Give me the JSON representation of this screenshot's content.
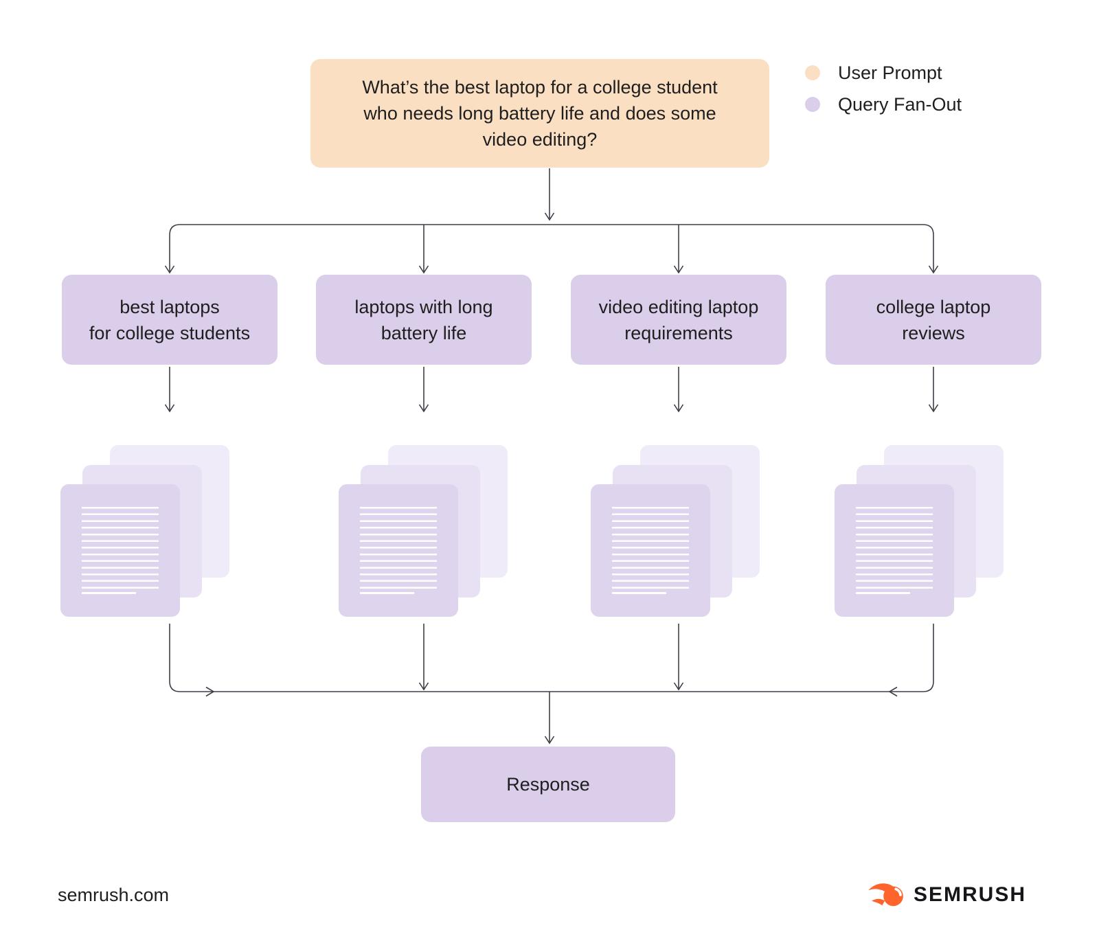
{
  "prompt": {
    "text": "What’s the best laptop for a college student\nwho needs long battery life and does some\nvideo editing?"
  },
  "legend": {
    "items": [
      {
        "label": "User Prompt",
        "color": "#FBDFC2"
      },
      {
        "label": "Query Fan-Out",
        "color": "#DBCEEA"
      }
    ]
  },
  "queries": [
    {
      "label": "best laptops\nfor college students"
    },
    {
      "label": "laptops with long\nbattery life"
    },
    {
      "label": "video editing laptop\nrequirements"
    },
    {
      "label": "college laptop\nreviews"
    }
  ],
  "response": {
    "label": "Response"
  },
  "footer": {
    "site": "semrush.com",
    "brand": "SEMRUSH"
  },
  "colors": {
    "user_prompt_fill": "#FBDFC2",
    "query_fanout_fill": "#DBCEEA",
    "doc_page_front": "#DED4EE",
    "doc_page_middle": "#E8E1F4",
    "doc_page_back": "#F0EBF8",
    "connector_stroke": "#3E3E48",
    "brand_orange": "#FF642D",
    "text": "#1E1E1E"
  }
}
